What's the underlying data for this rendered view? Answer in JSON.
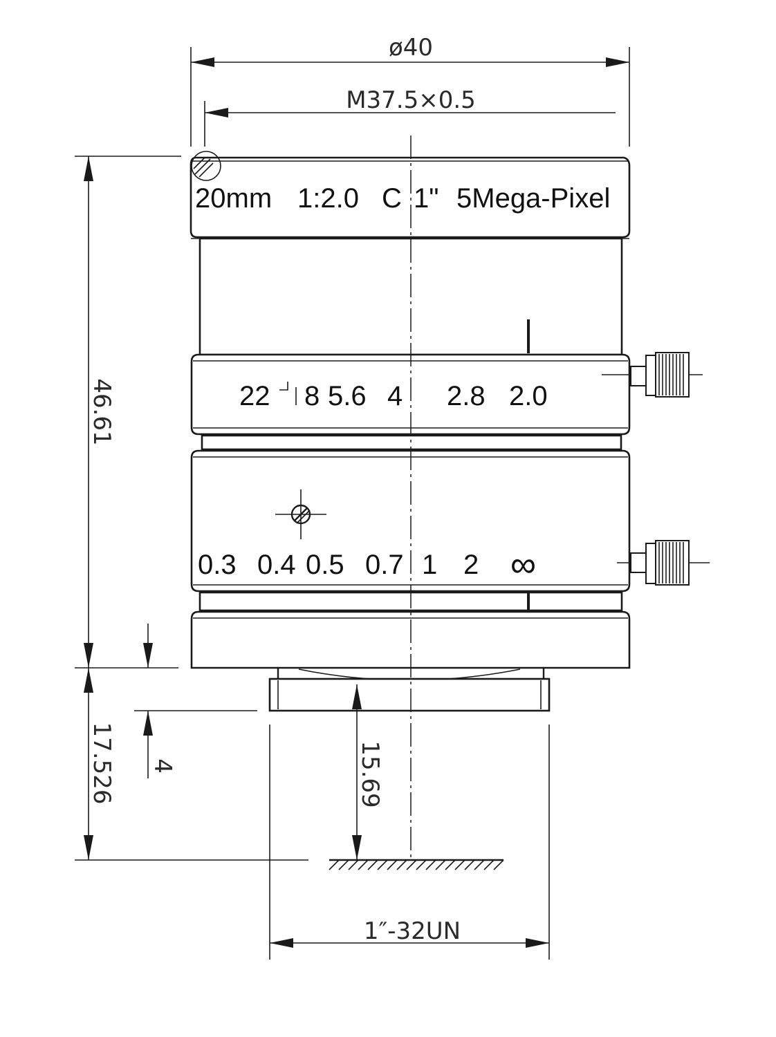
{
  "dimensions": {
    "outer_diameter": "ø40",
    "filter_thread": "M37.5×0.5",
    "total_length": "46.61",
    "flange_back": "17.526",
    "mount_depth": "4",
    "back_focal": "15.69",
    "mount_thread": "1″-32UN"
  },
  "lens_marking": {
    "focal": "20mm",
    "aperture": "1:2.0",
    "mount": "C",
    "sensor": "1\"",
    "resolution": "5Mega-Pixel"
  },
  "iris_scale": [
    "22",
    "8",
    "5.6",
    "4",
    "2.8",
    "2.0"
  ],
  "focus_scale": [
    "0.3",
    "0.4",
    "0.5",
    "0.7",
    "1",
    "2",
    "∞"
  ]
}
